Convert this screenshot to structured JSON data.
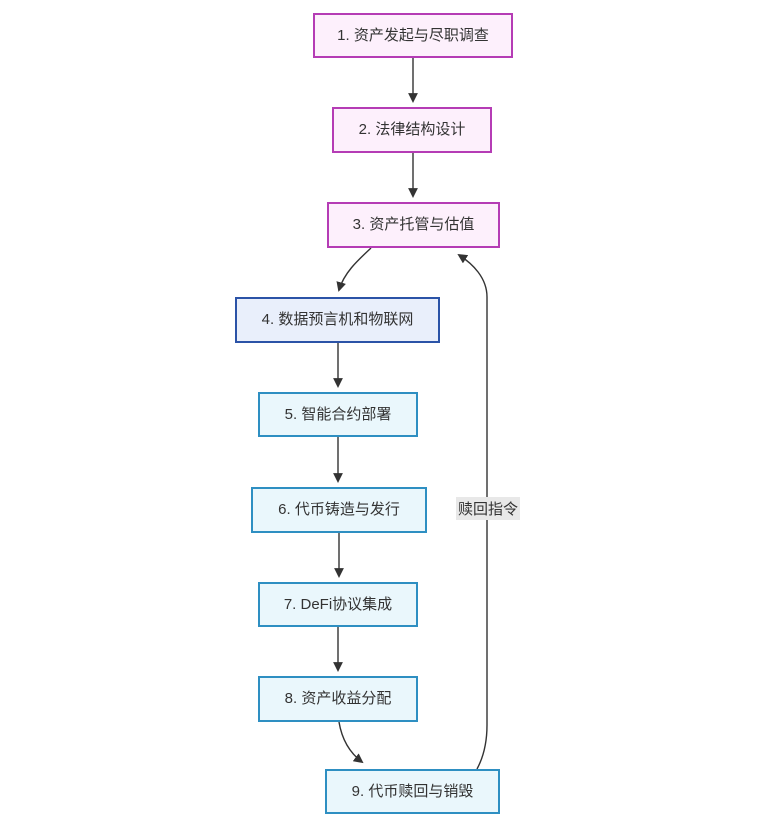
{
  "diagram": {
    "type": "flowchart",
    "direction": "top-down",
    "nodes": [
      {
        "id": "1",
        "label": "1. 资产发起与尽职调查",
        "group": "pink"
      },
      {
        "id": "2",
        "label": "2. 法律结构设计",
        "group": "pink"
      },
      {
        "id": "3",
        "label": "3. 资产托管与估值",
        "group": "pink"
      },
      {
        "id": "4",
        "label": "4. 数据预言机和物联网",
        "group": "navy"
      },
      {
        "id": "5",
        "label": "5. 智能合约部署",
        "group": "blue"
      },
      {
        "id": "6",
        "label": "6. 代币铸造与发行",
        "group": "blue"
      },
      {
        "id": "7",
        "label": "7. DeFi协议集成",
        "group": "blue"
      },
      {
        "id": "8",
        "label": "8. 资产收益分配",
        "group": "blue"
      },
      {
        "id": "9",
        "label": "9. 代币赎回与销毁",
        "group": "blue"
      }
    ],
    "edges": [
      {
        "from": "1",
        "to": "2",
        "label": ""
      },
      {
        "from": "2",
        "to": "3",
        "label": ""
      },
      {
        "from": "3",
        "to": "4",
        "label": ""
      },
      {
        "from": "4",
        "to": "5",
        "label": ""
      },
      {
        "from": "5",
        "to": "6",
        "label": ""
      },
      {
        "from": "6",
        "to": "7",
        "label": ""
      },
      {
        "from": "7",
        "to": "8",
        "label": ""
      },
      {
        "from": "8",
        "to": "9",
        "label": ""
      },
      {
        "from": "9",
        "to": "3",
        "label": "赎回指令"
      }
    ],
    "colors": {
      "pink_border": "#b53cb5",
      "pink_fill": "#fdf0fc",
      "navy_border": "#2b53a7",
      "navy_fill": "#e9effb",
      "blue_border": "#2e8fc2",
      "blue_fill": "#eaf7fc",
      "edge_color": "#333333",
      "edge_label_bg": "#e8e8e8",
      "text": "#333333"
    }
  }
}
